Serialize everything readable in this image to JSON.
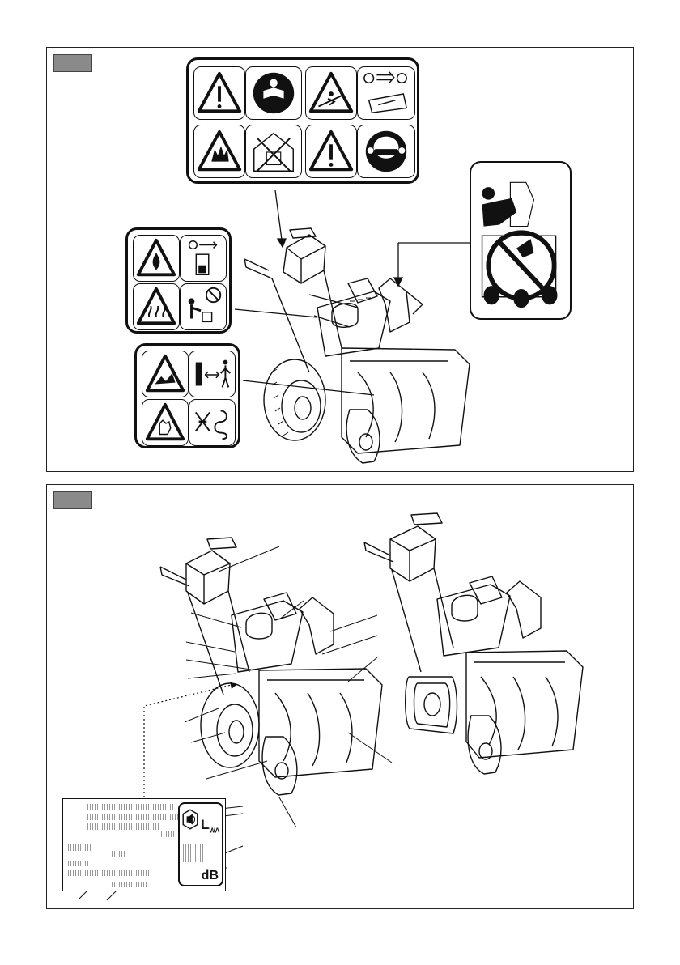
{
  "figures": [
    {
      "id": "fig-a",
      "tab_label": ""
    },
    {
      "id": "fig-b",
      "tab_label": ""
    }
  ],
  "noise_label": {
    "symbol_main": "L",
    "symbol_sub": "WA",
    "unit": "dB"
  },
  "icons": {
    "fig_a_cluster_top": [
      "warning-triangle-icon",
      "read-manual-icon",
      "slope-warning-icon",
      "key-removal-icon",
      "explosion-hazard-icon",
      "no-indoor-running-icon",
      "warning-triangle-icon",
      "eye-protection-icon"
    ],
    "fig_a_cluster_left": [
      "fire-hazard-icon",
      "key-fuel-icon",
      "hot-surface-icon",
      "no-touch-icon"
    ],
    "fig_a_cluster_bottom": [
      "thrown-objects-icon",
      "keep-distance-icon",
      "hand-injury-icon",
      "no-hands-auger-icon"
    ],
    "fig_a_cluster_right": [
      "no-hands-chute-icon"
    ]
  },
  "colors": {
    "line": "#111111",
    "tab": "#8a8a8a",
    "panel_border": "#222222"
  }
}
